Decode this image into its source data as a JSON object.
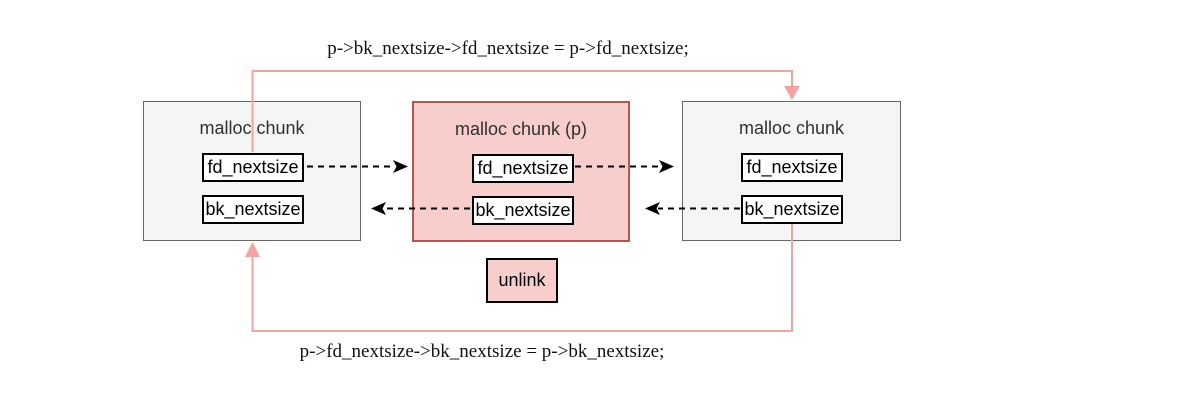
{
  "diagram": {
    "top_assignment": "p->bk_nextsize->fd_nextsize = p->fd_nextsize;",
    "bottom_assignment": "p->fd_nextsize->bk_nextsize = p->bk_nextsize;",
    "chunks": [
      {
        "title": "malloc chunk",
        "variant": "gray",
        "fields": [
          "fd_nextsize",
          "bk_nextsize"
        ]
      },
      {
        "title": "malloc chunk (p)",
        "variant": "pink",
        "fields": [
          "fd_nextsize",
          "bk_nextsize"
        ]
      },
      {
        "title": "malloc chunk",
        "variant": "gray",
        "fields": [
          "fd_nextsize",
          "bk_nextsize"
        ]
      }
    ],
    "unlink_label": "unlink",
    "colors": {
      "gray_fill": "#f5f5f5",
      "gray_border": "#666666",
      "pink_fill": "#f8cecc",
      "pink_border": "#b85450",
      "connector": "#f5a2a0",
      "arrow": "#000000"
    }
  }
}
